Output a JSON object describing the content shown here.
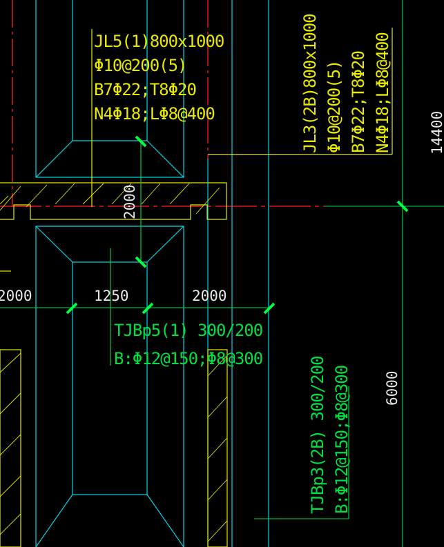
{
  "colors": {
    "background": "#000000",
    "cyan": "#00d8e8",
    "yellow": "#e8e800",
    "green": "#00e040",
    "red": "#e01818",
    "white": "#e8e8e8",
    "tick": "#00ff40"
  },
  "beam_jl5": {
    "line1": "JL5(1)800x1000",
    "line2": "Φ10@200(5)",
    "line3": "B7Φ22;T8Φ20",
    "line4": "N4Φ18;LΦ8@400"
  },
  "beam_jl3": {
    "line1": "JL3(2B)800x1000",
    "line2": "Φ10@200(5)",
    "line3": "B7Φ22;T8Φ20",
    "line4": "N4Φ18;LΦ8@400"
  },
  "footing_tjbp5": {
    "line1": "TJBp5(1) 300/200",
    "line2": "B:Φ12@150;Φ8@300"
  },
  "footing_tjbp3": {
    "line1": "TJBp3(2B) 300/200",
    "line2": "B:Φ12@150;Φ8@300"
  },
  "dimensions": {
    "d_left": "2000",
    "d_mid": "1250",
    "d_right": "2000",
    "d_vertical": "2000",
    "d_14400": "14400",
    "d_6000": "6000"
  }
}
